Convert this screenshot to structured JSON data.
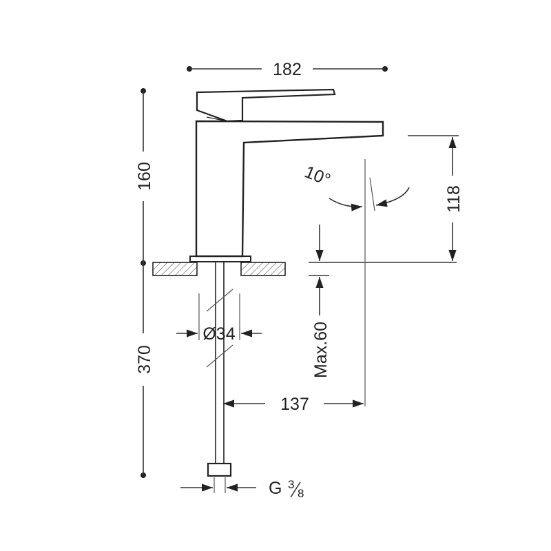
{
  "dimensions": {
    "width": "182",
    "upper_height": "160",
    "lower_height": "370",
    "spout_height": "118",
    "spout_reach": "137",
    "hole_diameter": "Ø34",
    "max_thickness": "Max.60",
    "angle": "10°",
    "connection_prefix": "G",
    "connection_num": "3",
    "connection_den": "8"
  }
}
